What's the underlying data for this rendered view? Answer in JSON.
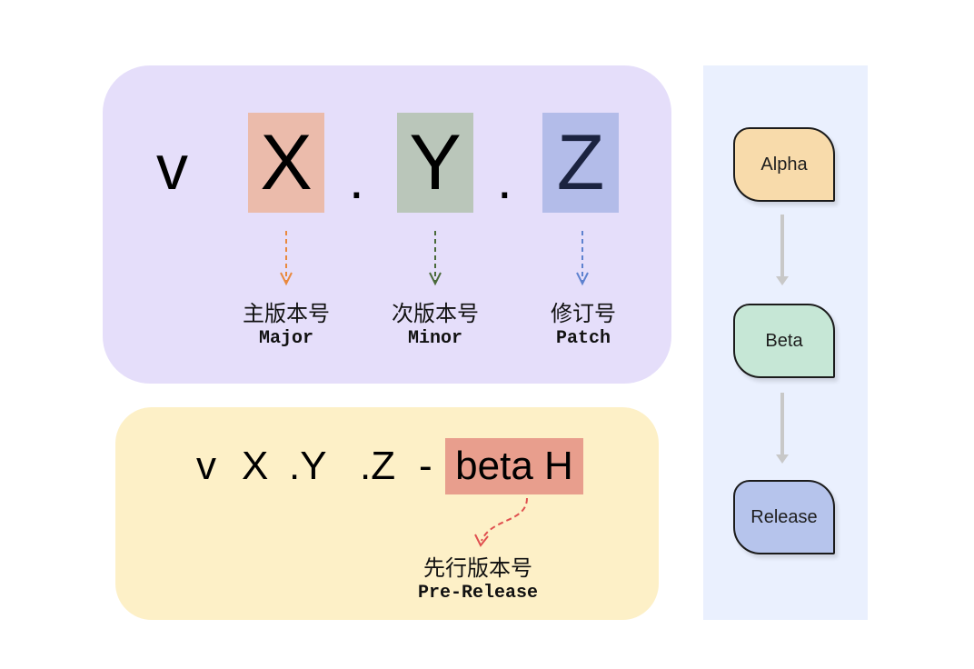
{
  "version_format": {
    "prefix": "v",
    "separator": ".",
    "parts": [
      {
        "letter": "X",
        "label_cn": "主版本号",
        "label_en": "Major",
        "color": "#ebbbab",
        "arrow_color": "#e9893e"
      },
      {
        "letter": "Y",
        "label_cn": "次版本号",
        "label_en": "Minor",
        "color": "#bac6ba",
        "arrow_color": "#4a6a3a"
      },
      {
        "letter": "Z",
        "label_cn": "修订号",
        "label_en": "Patch",
        "color": "#b3bce9",
        "arrow_color": "#5e82cf"
      }
    ]
  },
  "prerelease_format": {
    "prefix": "v",
    "x": "X",
    "y": ".Y",
    "z": ".Z",
    "dash": "-",
    "tag": "beta H",
    "tag_color": "#e89e8d",
    "label_cn": "先行版本号",
    "label_en": "Pre-Release",
    "arrow_color": "#e05050"
  },
  "flow": {
    "stages": [
      {
        "label": "Alpha",
        "color": "#f8dbab"
      },
      {
        "label": "Beta",
        "color": "#c6e7d6"
      },
      {
        "label": "Release",
        "color": "#b6c4ec"
      }
    ],
    "arrow_color": "#c8c8c8"
  }
}
